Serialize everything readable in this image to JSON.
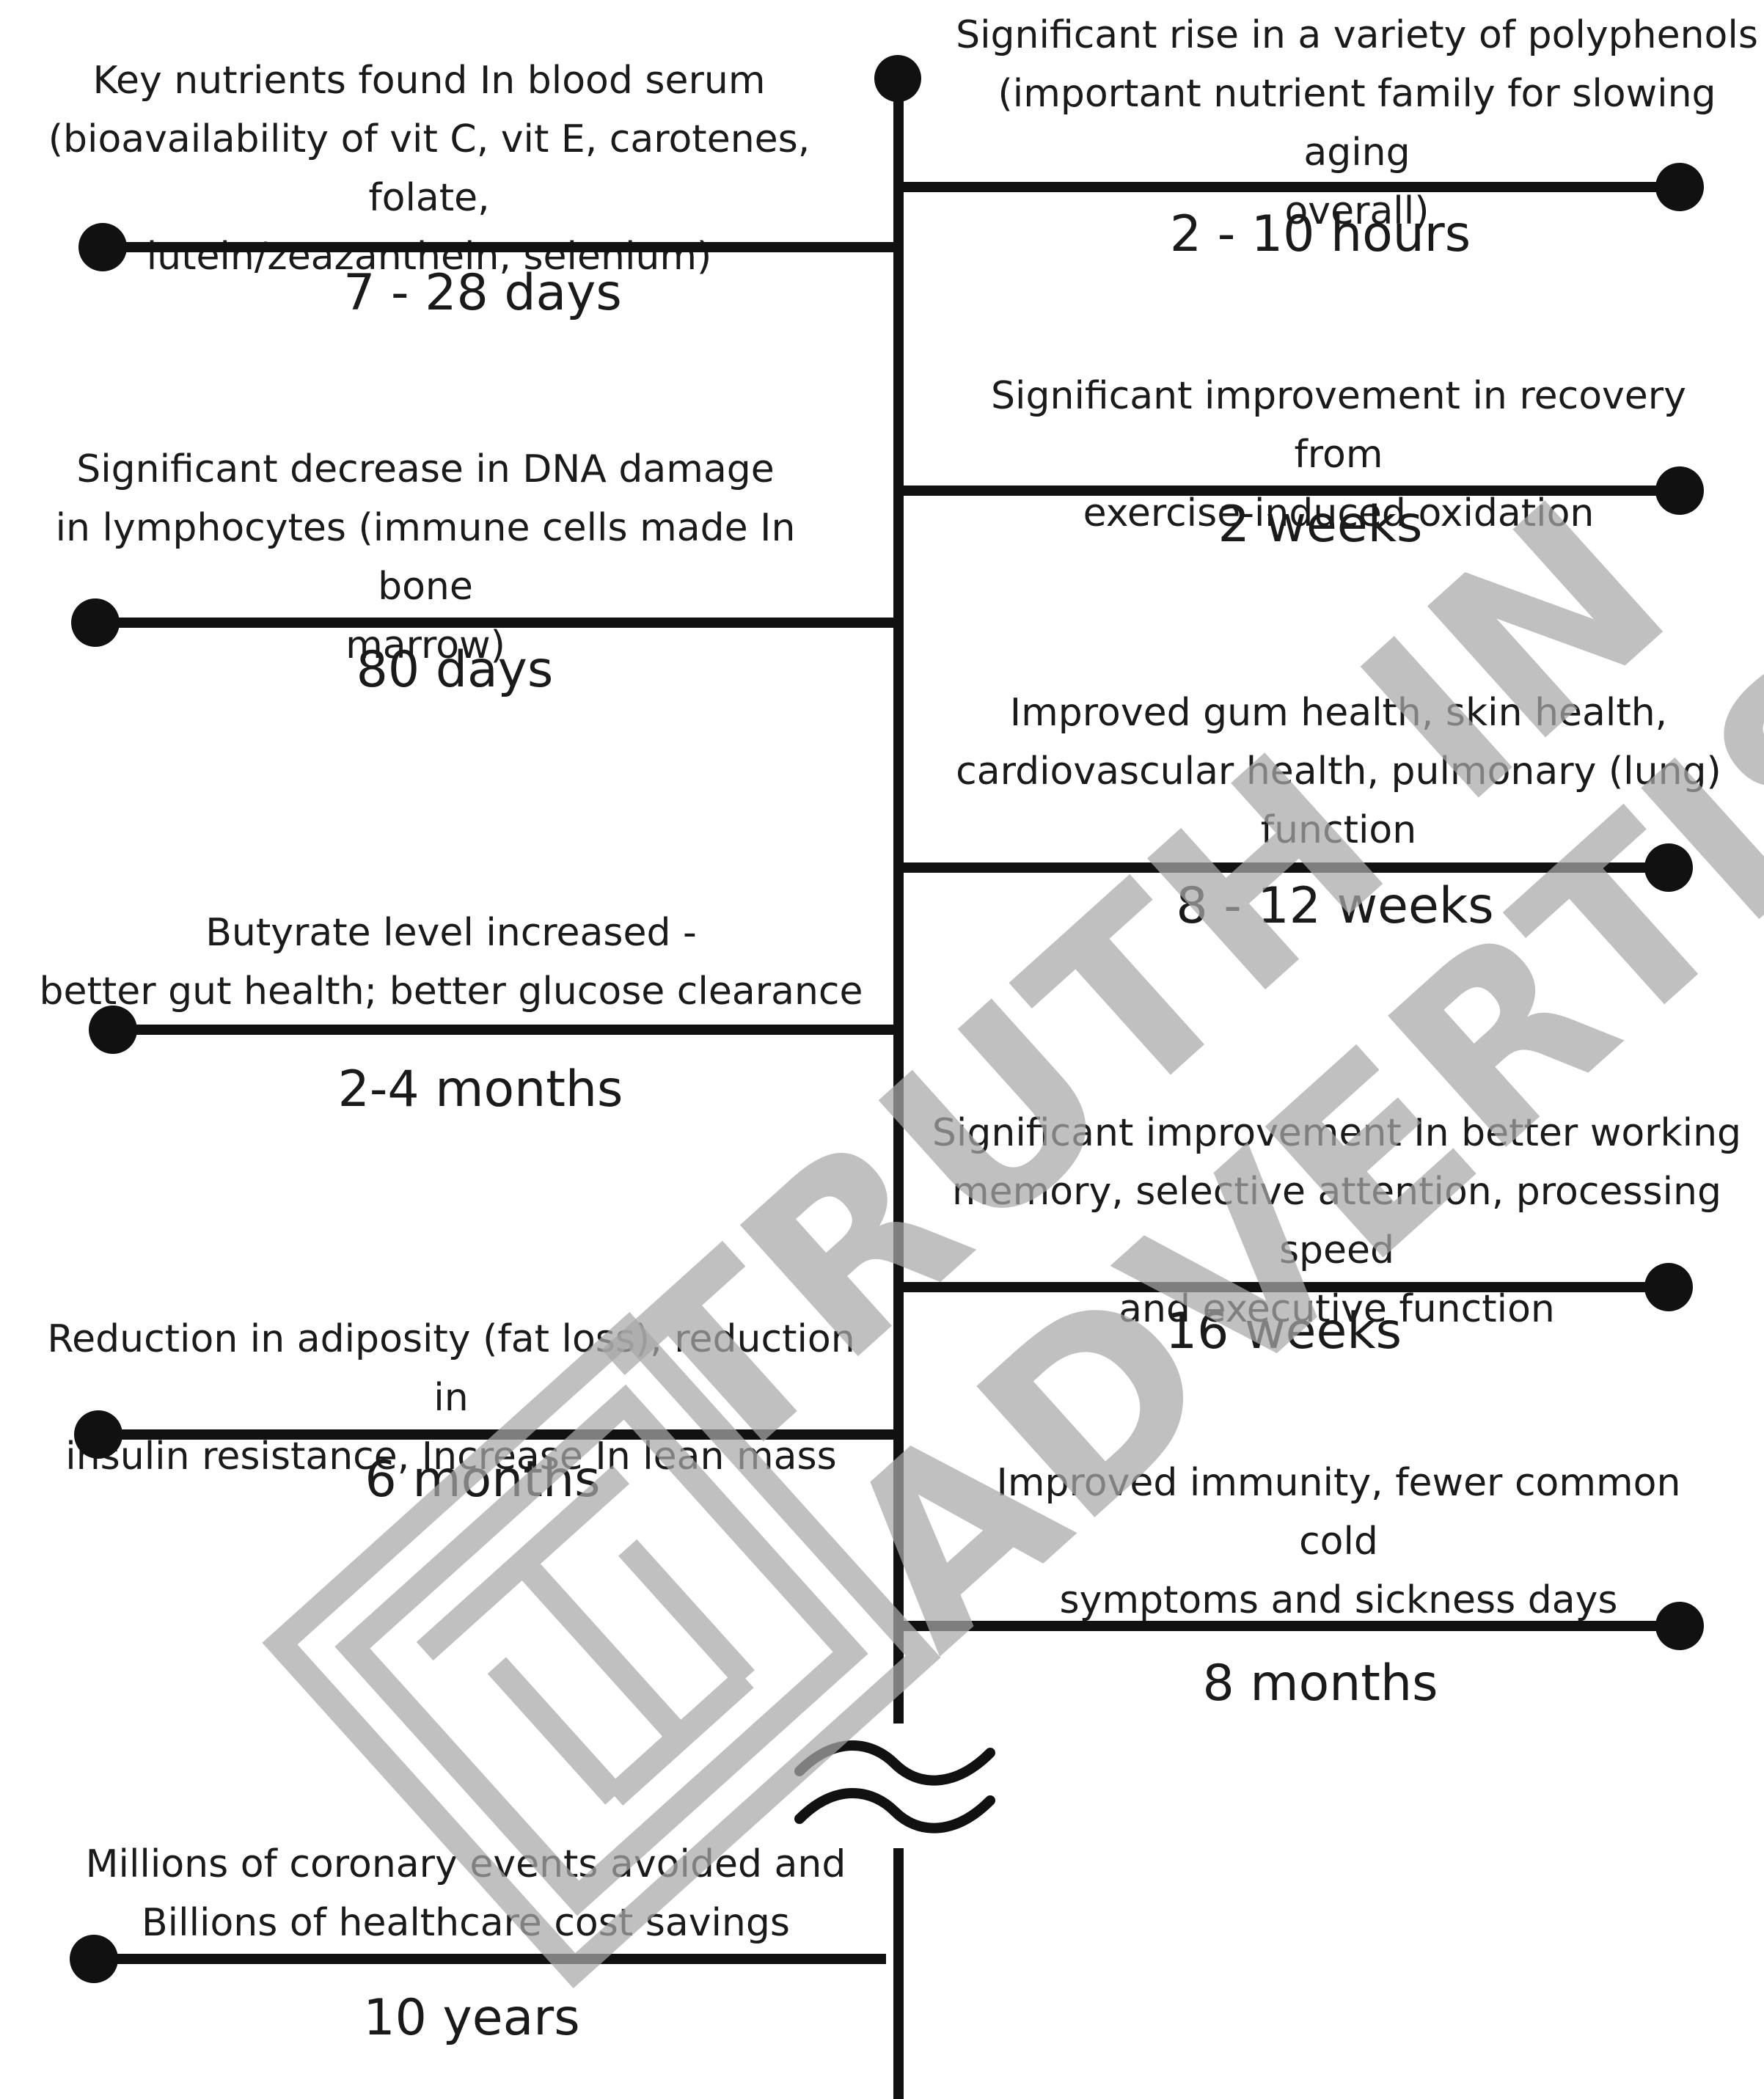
{
  "timeline": {
    "right": [
      {
        "text": "Significant rise in a variety of polyphenols\n(important nutrient family for slowing aging\noverall)",
        "time": "2 - 10 hours"
      },
      {
        "text": "Significant improvement in recovery from\nexercise-induced oxidation",
        "time": "2 weeks"
      },
      {
        "text": "Improved gum health, skin health,\ncardiovascular health, pulmonary (lung)\nfunction",
        "time": "8 - 12 weeks"
      },
      {
        "text": "Significant improvement In better working\nmemory, selective attention, processing speed\nand executive function",
        "time": "16 weeks"
      },
      {
        "text": "Improved immunity, fewer common cold\nsymptoms and sickness days",
        "time": "8 months"
      }
    ],
    "left": [
      {
        "text": "Key nutrients found In blood serum\n(bioavailability of vit C, vit E, carotenes, folate,\nlutein/zeazanthein, selenium)",
        "time": "7 - 28 days"
      },
      {
        "text": "Significant decrease in DNA damage\nin lymphocytes (immune cells made In bone\nmarrow)",
        "time": "80 days"
      },
      {
        "text": "Butyrate level increased -\nbetter gut health; better glucose clearance",
        "time": "2-4 months"
      },
      {
        "text": "Reduction in adiposity (fat loss), reduction in\ninsulin resistance, Increase In lean mass",
        "time": "6 months"
      },
      {
        "text": "Millions of coronary events avoided and\nBillions of healthcare cost savings",
        "time": "10 years"
      }
    ]
  },
  "watermark": {
    "line1": "TRUTH IN",
    "line2": "ADVERTISING",
    "color": "#a8a8a8"
  },
  "colors": {
    "line": "#111111",
    "text": "#1a1a1a",
    "background": "#ffffff"
  }
}
